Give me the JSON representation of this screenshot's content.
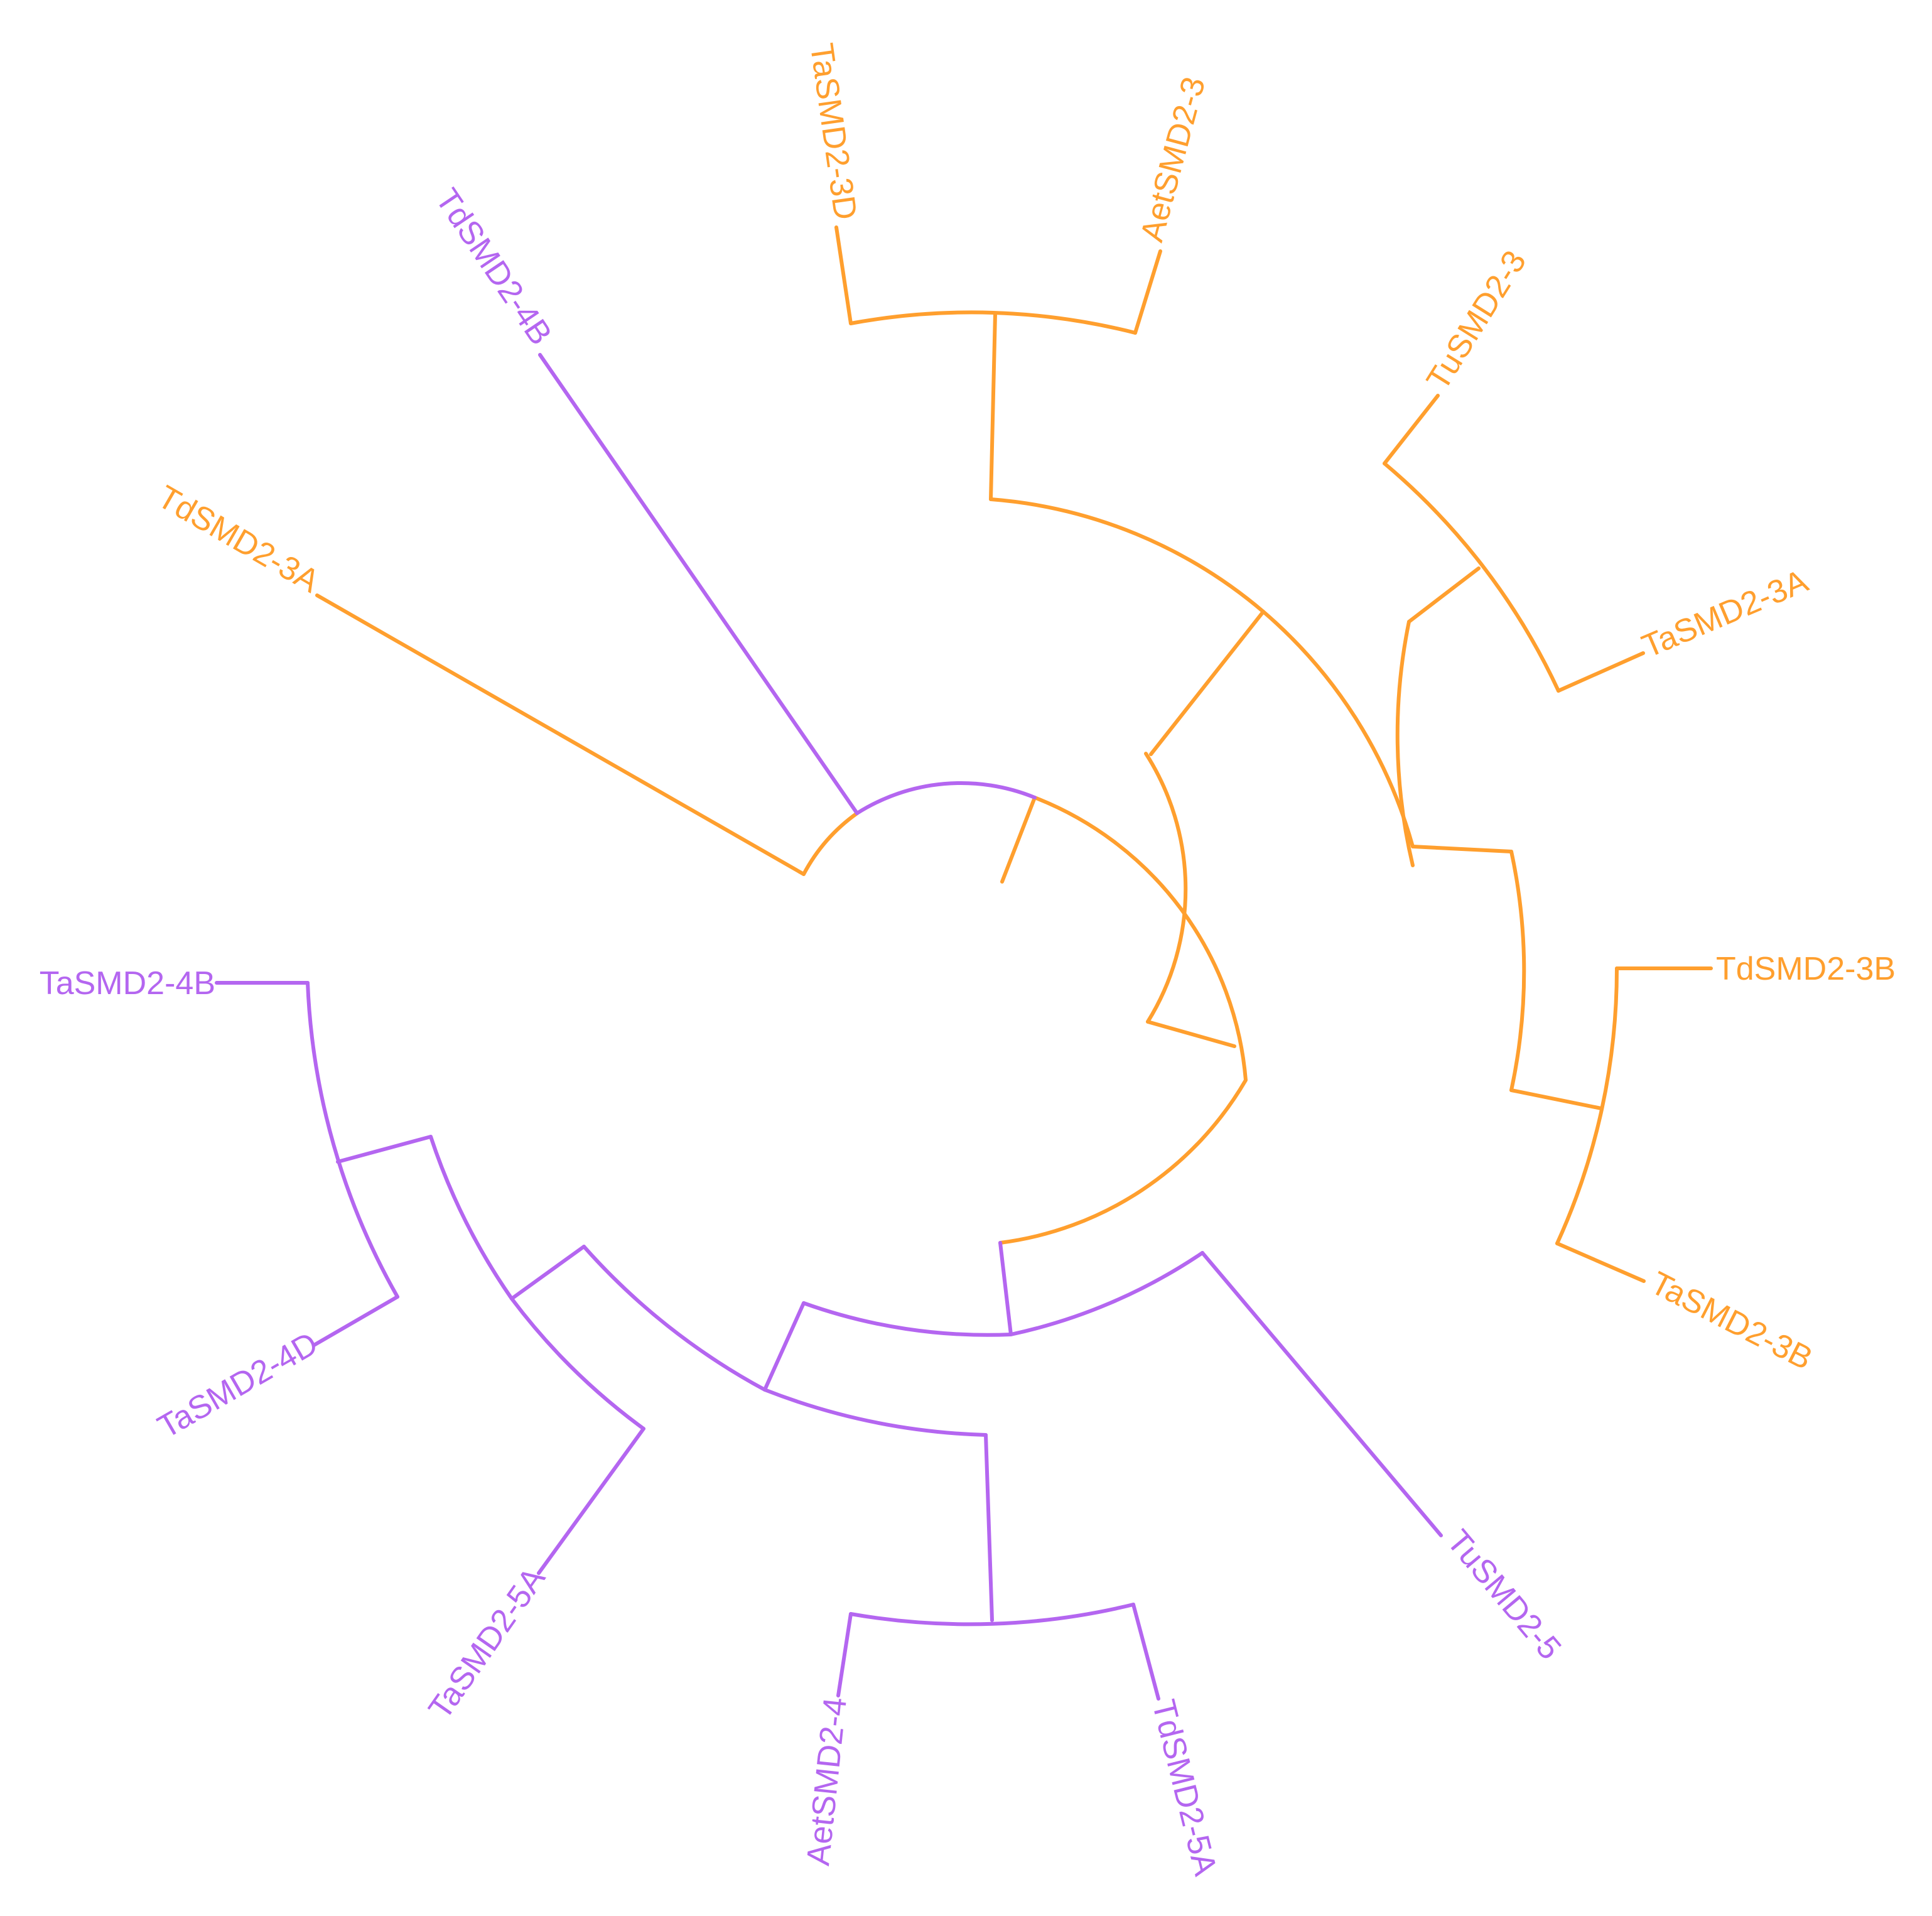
{
  "colors": {
    "clade_orange": "#FF9F2E",
    "clade_purple": "#B466F0"
  },
  "tree": {
    "layout": "circular",
    "leaves": [
      {
        "id": "TdSMD2-3A",
        "label": "TdSMD2-3A",
        "clade": "orange"
      },
      {
        "id": "TaSMD2-3D",
        "label": "TaSMD2-3D",
        "clade": "orange"
      },
      {
        "id": "AetSMD2-3",
        "label": "AetSMD2-3",
        "clade": "orange"
      },
      {
        "id": "TuSMD2-3",
        "label": "TuSMD2-3",
        "clade": "orange"
      },
      {
        "id": "TaSMD2-3A",
        "label": "TaSMD2-3A",
        "clade": "orange"
      },
      {
        "id": "TdSMD2-3B",
        "label": "TdSMD2-3B",
        "clade": "orange"
      },
      {
        "id": "TaSMD2-3B",
        "label": "TaSMD2-3B",
        "clade": "orange"
      },
      {
        "id": "TuSMD2-5",
        "label": "TuSMD2-5",
        "clade": "purple"
      },
      {
        "id": "TdSMD2-5A",
        "label": "TdSMD2-5A",
        "clade": "purple"
      },
      {
        "id": "AetSMD2-4",
        "label": "AetSMD2-4",
        "clade": "purple"
      },
      {
        "id": "TaSMD2-5A",
        "label": "TaSMD2-5A",
        "clade": "purple"
      },
      {
        "id": "TaSMD2-4D",
        "label": "TaSMD2-4D",
        "clade": "purple"
      },
      {
        "id": "TaSMD2-4B",
        "label": "TaSMD2-4B",
        "clade": "purple"
      },
      {
        "id": "TdSMD2-4B",
        "label": "TdSMD2-4B",
        "clade": "purple"
      }
    ]
  }
}
